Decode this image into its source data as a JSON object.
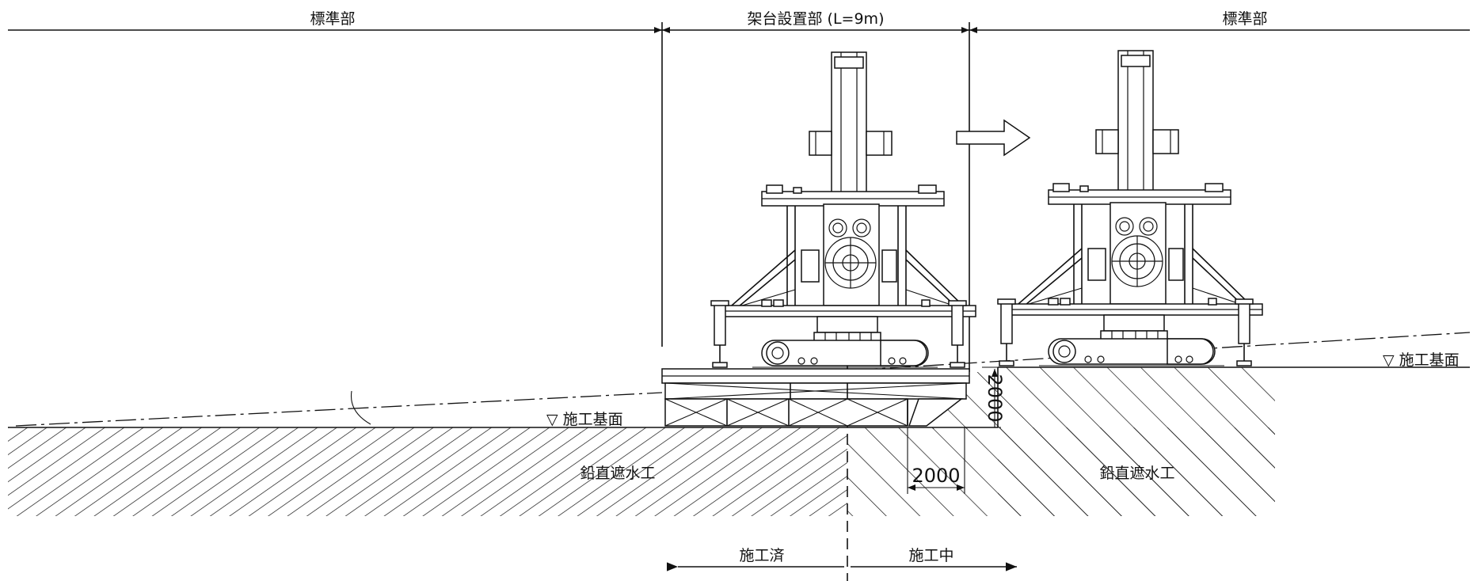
{
  "labels": {
    "standard_left": "標準部",
    "abutment_section": "架台設置部 (L=9m)",
    "standard_right": "標準部",
    "construction_base_left": "▽ 施工基面",
    "construction_base_right": "▽ 施工基面",
    "vertical_cutoff_left": "鉛直遮水工",
    "vertical_cutoff_right": "鉛直遮水工",
    "dim_height": "2000",
    "dim_width": "2000",
    "completed": "施工済",
    "in_progress": "施工中"
  },
  "icons": {
    "direction": "hollow-arrow-right-icon",
    "machine": "pile-driver-machine-icon"
  }
}
